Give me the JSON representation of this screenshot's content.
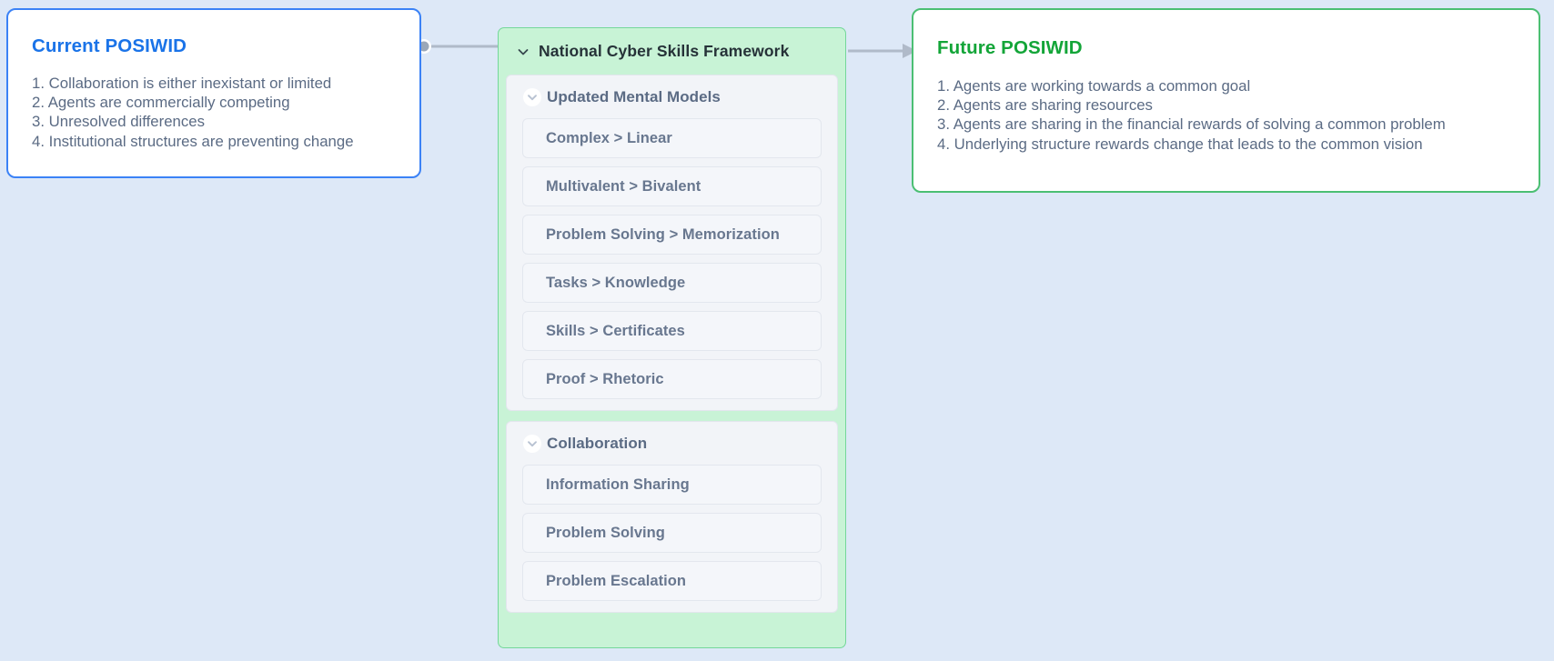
{
  "background_color": "#dde8f7",
  "nodes": {
    "current": {
      "title": "Current POSIWID",
      "title_color": "#1a73e8",
      "border_color": "#3b82f6",
      "items": [
        "1. Collaboration is either inexistant or limited",
        "2. Agents are commercially competing",
        "3. Unresolved differences",
        "4. Institutional structures are preventing change"
      ]
    },
    "future": {
      "title": "Future POSIWID",
      "title_color": "#13a538",
      "border_color": "#4bbf73",
      "items": [
        "1. Agents are working towards a common goal",
        "2. Agents are sharing resources",
        "3. Agents are sharing in the financial rewards of solving a common problem",
        "4. Underlying structure rewards change that leads to the common vision"
      ]
    },
    "framework": {
      "title": "National Cyber Skills Framework",
      "fill_color": "#c8f3d6",
      "border_color": "#74d79a",
      "groups": [
        {
          "title": "Updated Mental Models",
          "items": [
            "Complex > Linear",
            "Multivalent > Bivalent",
            "Problem Solving > Memorization",
            "Tasks > Knowledge",
            "Skills > Certificates",
            "Proof > Rhetoric"
          ]
        },
        {
          "title": "Collaboration",
          "items": [
            "Information Sharing",
            "Problem Solving",
            "Problem Escalation"
          ]
        }
      ]
    }
  },
  "connectors": [
    {
      "name": "current-to-framework",
      "style": "dot-to-edge",
      "color": "#b0bac9"
    },
    {
      "name": "framework-to-future",
      "style": "arrow",
      "color": "#b0bac9"
    }
  ],
  "icons": {
    "collapse_chevron": "chevron-down-icon"
  }
}
